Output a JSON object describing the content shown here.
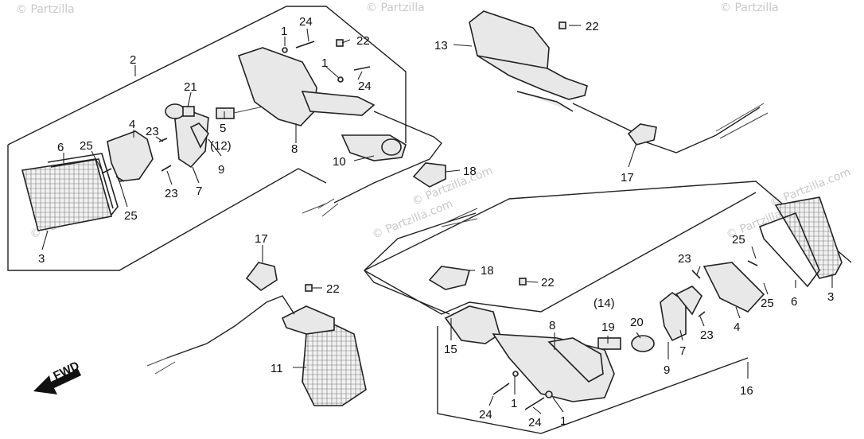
{
  "watermarks": [
    "© Partzilla",
    "© Partzilla",
    "© Partzilla",
    "© Partzilla.com",
    "© Partzilla.com",
    "© Partzilla.com",
    "© Partzilla.com",
    "© Partzilla.com"
  ],
  "direction_label": "FWD",
  "callouts": {
    "tl_2": "2",
    "tl_6": "6",
    "tl_25a": "25",
    "tl_4": "4",
    "tl_23a": "23",
    "tl_21": "21",
    "tl_5": "5",
    "tl_12": "(12)",
    "tl_9": "9",
    "tl_7": "7",
    "tl_23b": "23",
    "tl_25b": "25",
    "tl_3": "3",
    "tl_1a": "1",
    "tl_24a": "24",
    "tl_22": "22",
    "tl_1b": "1",
    "tl_24b": "24",
    "tl_8": "8",
    "tl_10": "10",
    "tl_18": "18",
    "tr_13": "13",
    "tr_22": "22",
    "tr_17": "17",
    "bl_17": "17",
    "bl_22": "22",
    "bl_11": "11",
    "br_18": "18",
    "br_22": "22",
    "br_14": "(14)",
    "br_19": "19",
    "br_20": "20",
    "br_8": "8",
    "br_15": "15",
    "br_23a": "23",
    "br_25a": "25",
    "br_6": "6",
    "br_3": "3",
    "br_25b": "25",
    "br_4": "4",
    "br_23b": "23",
    "br_7": "7",
    "br_9": "9",
    "br_16": "16",
    "br_1a": "1",
    "br_24a": "24",
    "br_24b": "24",
    "br_1b": "1"
  }
}
